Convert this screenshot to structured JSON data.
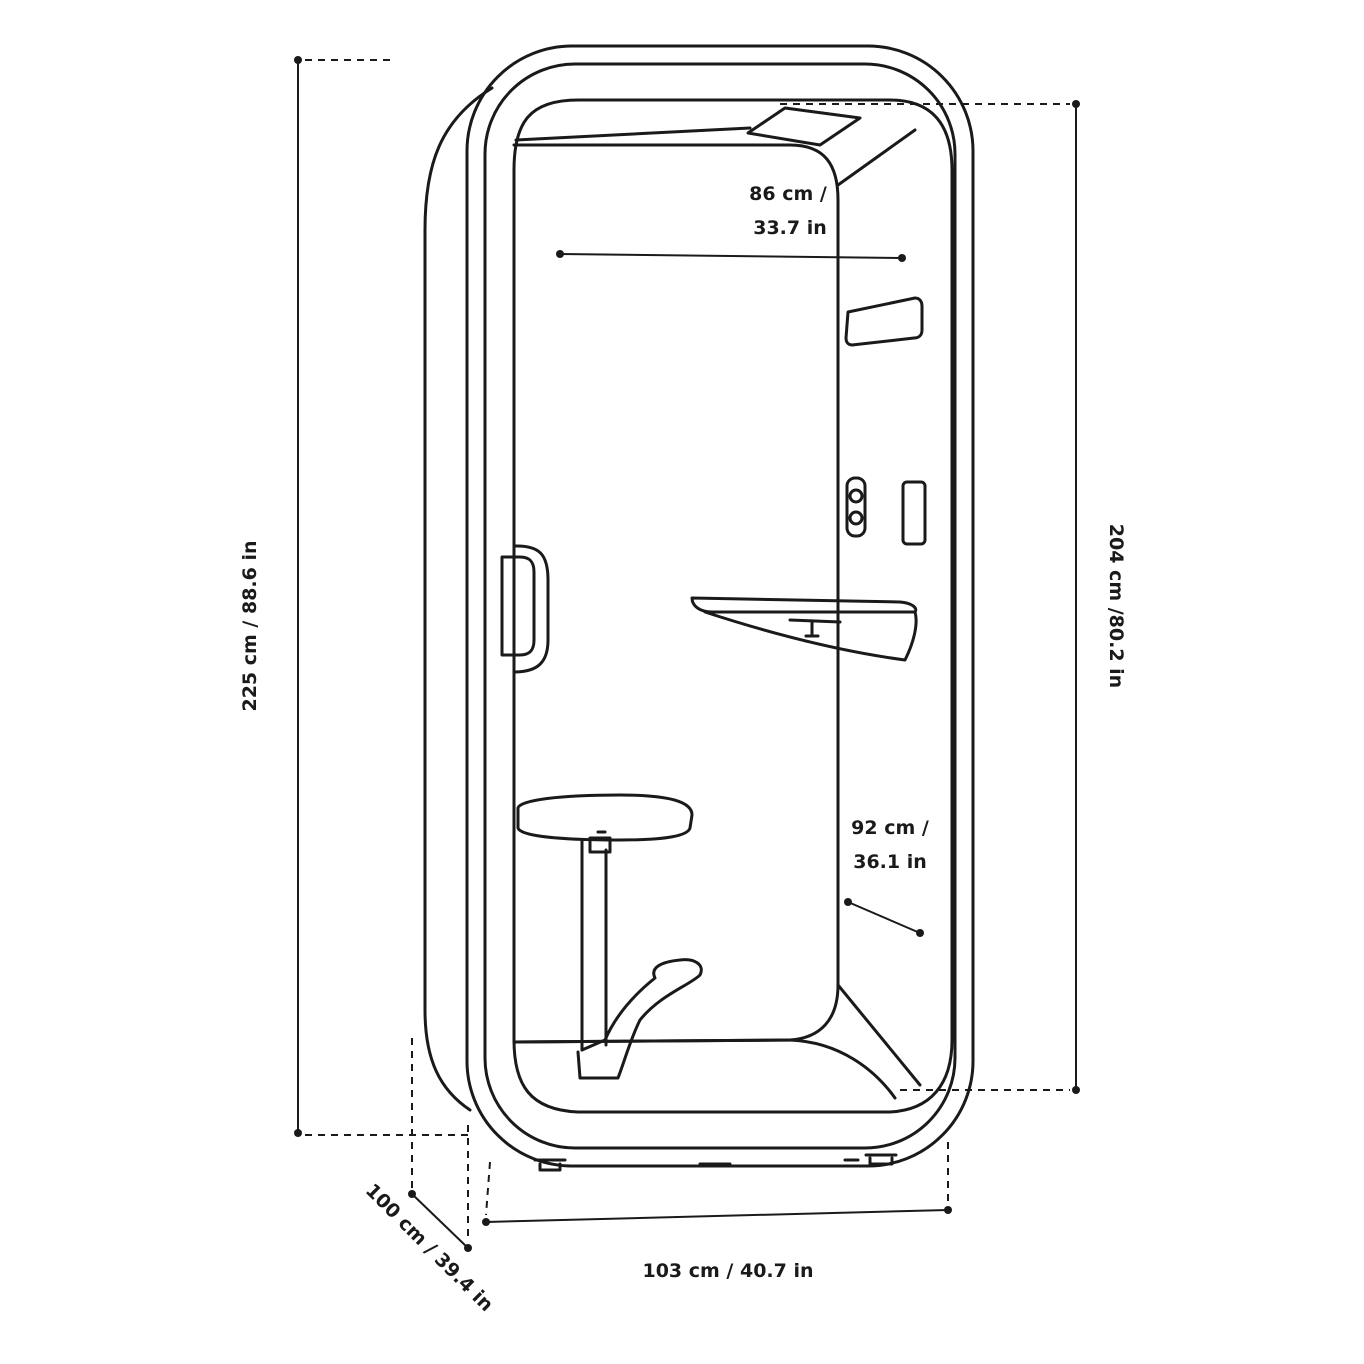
{
  "dimensions": {
    "total_height": "225 cm / 88.6 in",
    "interior_height": "204 cm /80.2 in",
    "width": "103 cm / 40.7 in",
    "depth": "100 cm / 39.4 in",
    "interior_width": {
      "line1": "86 cm /",
      "line2": "33.7 in"
    },
    "interior_depth": {
      "line1": "92 cm /",
      "line2": "36.1 in"
    }
  },
  "colors": {
    "line": "#1a1a1a",
    "background": "#ffffff"
  }
}
